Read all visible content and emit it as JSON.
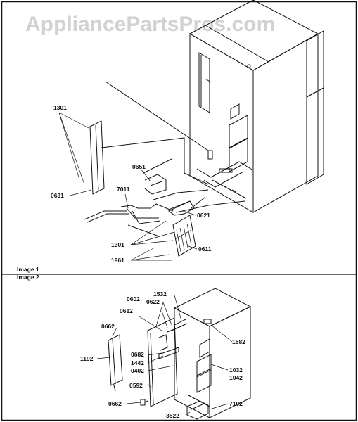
{
  "watermark": "AppliancePartsPros.com",
  "panel_labels": {
    "image1": "Image 1",
    "image2": "Image 2"
  },
  "callouts": {
    "c1301a": "1301",
    "c0631": "0631",
    "c0651": "0651",
    "c7011": "7011",
    "c0621": "0621",
    "c1301b": "1301",
    "c0611": "0611",
    "c1961": "1961",
    "c0602": "0602",
    "c1532": "1532",
    "c0622": "0622",
    "c0612": "0612",
    "c0662a": "0662",
    "c1682": "1682",
    "c1192": "1192",
    "c0682": "0682",
    "c1442": "1442",
    "c0402": "0402",
    "c1032": "1032",
    "c1042": "1042",
    "c0592": "0592",
    "c0662b": "0662",
    "c7102": "7102",
    "c3522": "3522"
  }
}
